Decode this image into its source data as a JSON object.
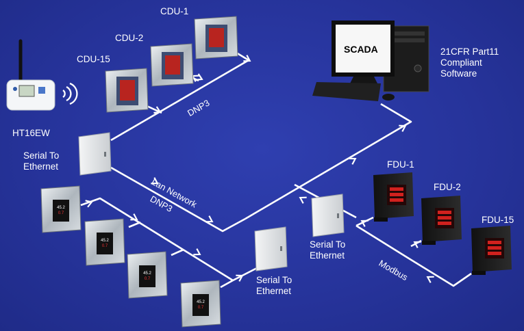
{
  "devices": {
    "cdu1": "CDU-1",
    "cdu2": "CDU-2",
    "cdu15": "CDU-15",
    "ht16ew": "HT16EW",
    "serial_top": [
      "Serial To",
      "Ethernet"
    ],
    "serial_bottom": [
      "Serial To",
      "Ethernet"
    ],
    "serial_right": [
      "Serial To",
      "Ethernet"
    ],
    "fdu1": "FDU-1",
    "fdu2": "FDU-2",
    "fdu15": "FDU-15",
    "scada": "SCADA",
    "software": [
      "21CFR Part11",
      "Compliant",
      "Software"
    ]
  },
  "links": {
    "dnp3_top": "DNP3",
    "lan": "Lan Network",
    "dnp3_mid": "DNP3",
    "modbus": "Modbus"
  },
  "panel_readout": [
    "45.2",
    "0.7",
    "0.7"
  ],
  "colors": {
    "background": "#27349a",
    "line": "#ffffff",
    "display": "#d1211e",
    "cabinet": "#e2e4e6",
    "fdu_body": "#1b1b1b"
  }
}
